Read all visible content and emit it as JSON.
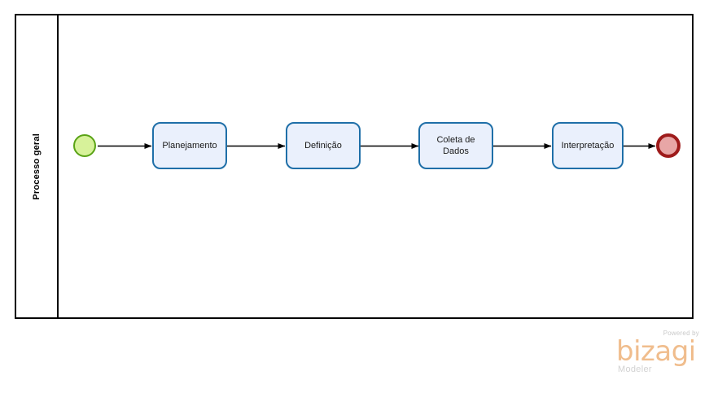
{
  "diagram": {
    "type": "bpmn-process",
    "background_color": "#ffffff",
    "pool": {
      "border_color": "#000000",
      "lane_label": "Processo geral"
    },
    "events": {
      "start": {
        "name": "start-event",
        "fill": "#d7f29a",
        "stroke": "#5aa316"
      },
      "end": {
        "name": "end-event",
        "fill": "#e8a6a6",
        "stroke": "#9e1b1b"
      }
    },
    "tasks": [
      {
        "id": "planejamento",
        "label": "Planejamento"
      },
      {
        "id": "definicao",
        "label": "Definição"
      },
      {
        "id": "coleta-dados",
        "label": "Coleta de\nDados"
      },
      {
        "id": "interpretacao",
        "label": "Interpretação"
      }
    ],
    "task_style": {
      "fill": "#eaf0fc",
      "stroke": "#1f6fa8"
    },
    "connector_color": "#000000"
  },
  "logo": {
    "powered_by": "Powered by",
    "wordmark": "bizagi",
    "product": "Modeler",
    "wordmark_color": "#f0bd8d",
    "text_color": "#c9c9c9"
  }
}
